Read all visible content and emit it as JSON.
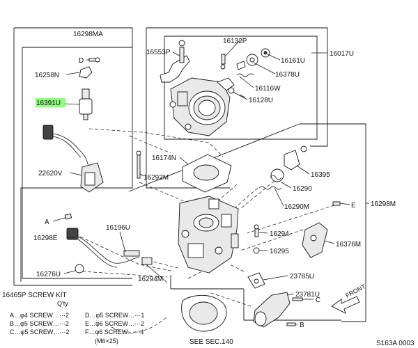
{
  "diagram_code": "S163A 0003",
  "labels": {
    "l16298MA": "16298MA",
    "l16553P": "16553P",
    "l16132P": "16132P",
    "l16161U": "16161U",
    "l16017U": "16017U",
    "l16378U": "16378U",
    "l16116W": "16116W",
    "l16128U": "16128U",
    "lD": "D",
    "l16258N": "16258N",
    "l16391U": "16391U",
    "l22620V": "22620V",
    "l16174N": "16174N",
    "l16292M": "16292M",
    "l16395": "16395",
    "l16290": "16290",
    "l16290M": "16290M",
    "lE": "E",
    "l16298M": "16298M",
    "lA": "A",
    "l16298E": "16298E",
    "l16196U": "16196U",
    "l16294": "16294",
    "l16376M": "16376M",
    "l16295": "16295",
    "l16276U": "16276U",
    "l16294M": "16294M",
    "l23785U": "23785U",
    "l23781U": "23781U",
    "lC": "C",
    "lB": "B",
    "front": "FRONT",
    "see_sec": "SEE SEC.140"
  },
  "screw_kit": {
    "title": "16465P SCREW KIT",
    "qty_header": "Q'ty",
    "items": [
      "A…φ4 SCREW…⋯2",
      "B…φ5 SCREW…⋯2",
      "C…φ5 SCREW…⋯2",
      "D…φ5 SCREW…⋯1",
      "E…φ6 SCREW…⋯2",
      "F…φ6 SCREW…⋯4"
    ],
    "note": "(M6×25)"
  },
  "colors": {
    "highlight": "#7CFC6A",
    "ink": "#111111"
  }
}
